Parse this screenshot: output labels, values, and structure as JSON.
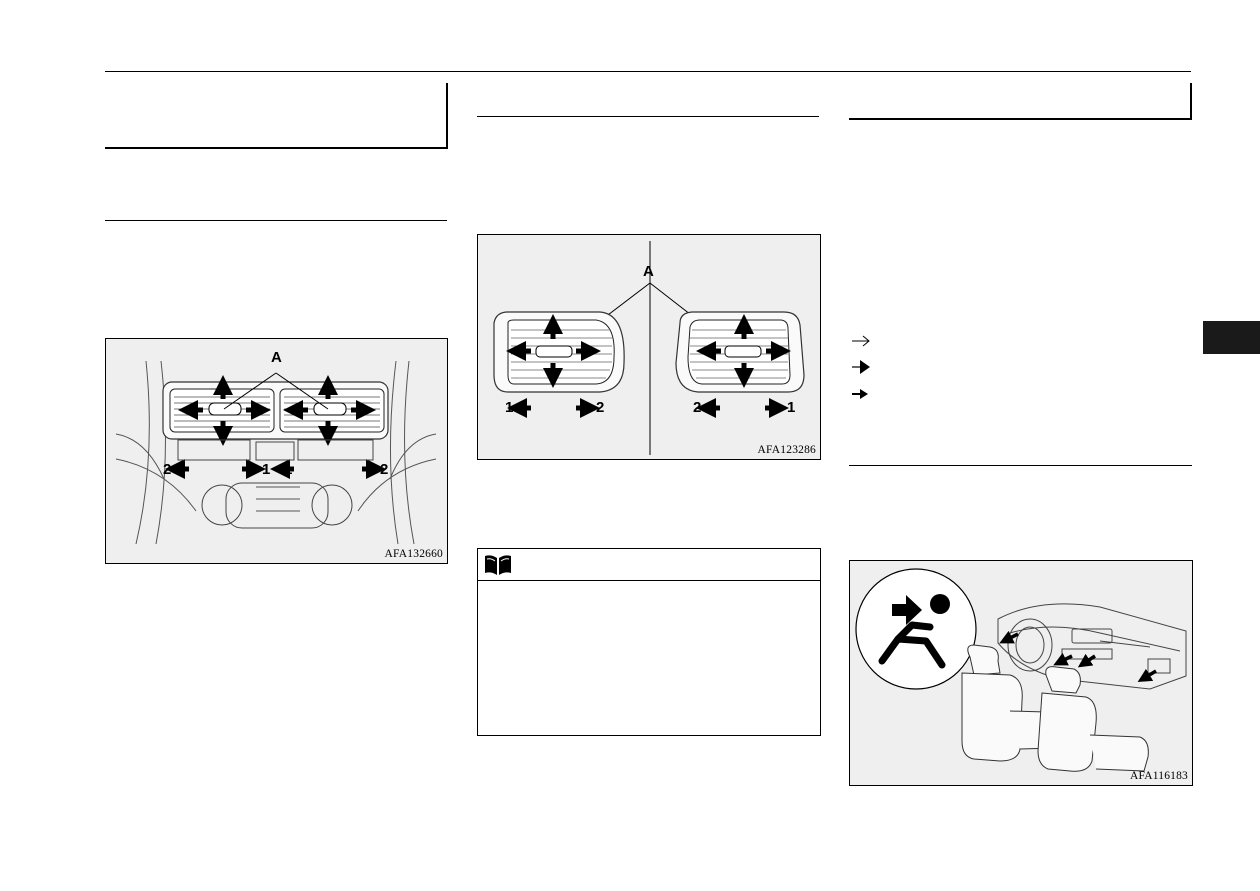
{
  "figures": {
    "center_vents": {
      "id": "AFA132660",
      "label_a": "A",
      "num_1": "1",
      "num_2": "2"
    },
    "side_vents": {
      "id": "AFA123286",
      "label_a": "A",
      "num_1": "1",
      "num_2": "2"
    },
    "face_mode": {
      "id": "AFA116183"
    }
  },
  "legend": [
    {
      "icon": "thin-arrow-icon"
    },
    {
      "icon": "dark-arrow-icon"
    },
    {
      "icon": "small-dark-arrow-icon"
    }
  ],
  "note": {
    "icon": "open-book-icon"
  },
  "colors": {
    "ink": "#000000",
    "figure_bg": "#efefef",
    "tab": "#1a1a1a"
  }
}
